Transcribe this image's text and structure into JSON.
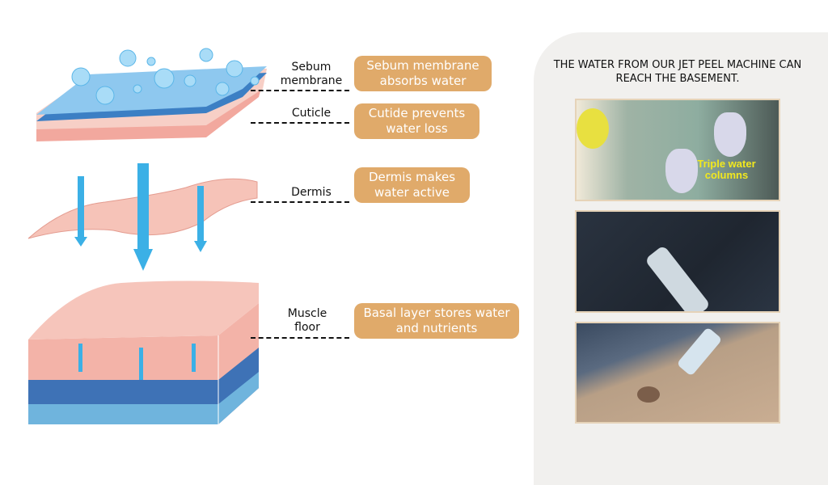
{
  "layers": [
    {
      "name": "Sebum membrane",
      "description": "Sebum membrane absorbs water"
    },
    {
      "name": "Cuticle",
      "description": "Cutide prevents water loss"
    },
    {
      "name": "Dermis",
      "description": "Dermis makes water active"
    },
    {
      "name": "Muscle floor",
      "description": "Basal layer stores water and nutrients"
    }
  ],
  "panel": {
    "title": "THE WATER FROM OUR JET PEEL MACHINE CAN REACH THE BASEMENT.",
    "photo_caption": "Triple water columns"
  },
  "colors": {
    "badge": "#e0aa6a",
    "panel": "#f1f0ee",
    "water": "#3bb0e6",
    "skin": "#f3b3a8"
  }
}
